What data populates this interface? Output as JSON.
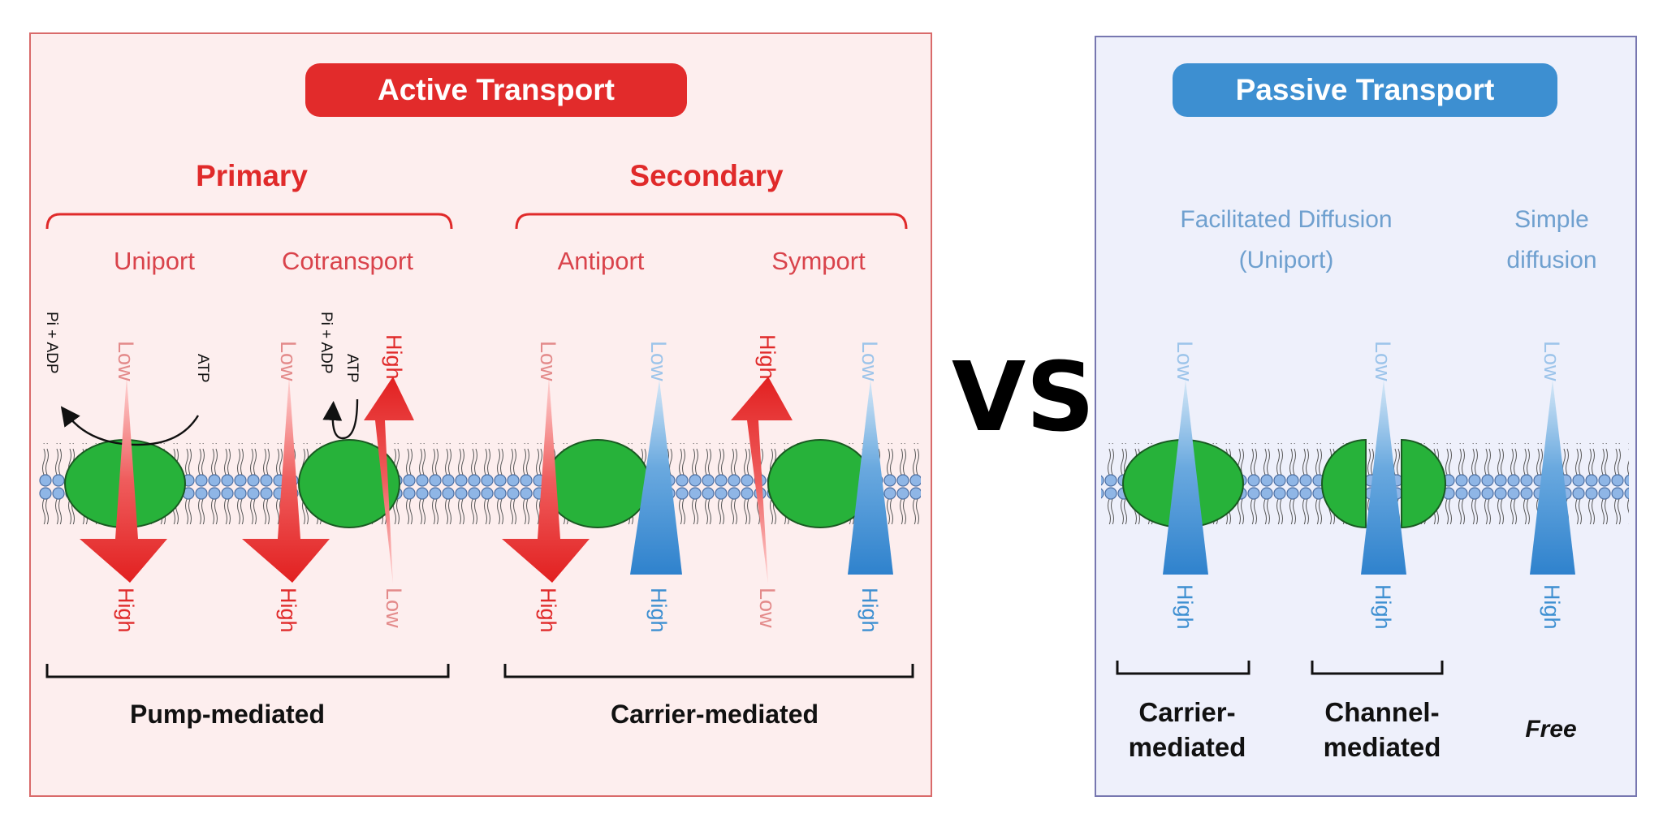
{
  "vs_label": "VS",
  "active": {
    "title": "Active Transport",
    "primary": "Primary",
    "secondary": "Secondary",
    "uniport": "Uniport",
    "cotransport": "Cotransport",
    "antiport": "Antiport",
    "symport": "Symport",
    "pump": "Pump-mediated",
    "carrier": "Carrier-mediated",
    "pi_adp": "Pi + ADP",
    "atp": "ATP"
  },
  "passive": {
    "title": "Passive Transport",
    "facilitated_line1": "Facilitated Diffusion",
    "facilitated_line2": "(Uniport)",
    "simple_line1": "Simple",
    "simple_line2": "diffusion",
    "carrier_line1": "Carrier-",
    "carrier_line2": "mediated",
    "channel_line1": "Channel-",
    "channel_line2": "mediated",
    "free": "Free"
  },
  "gradient_labels": {
    "low": "Low",
    "high": "High"
  },
  "colors": {
    "red": "#e22b2b",
    "blue": "#3d8fd1",
    "protein_green": "#27b23a",
    "lipid_blue": "#8fb6e6"
  }
}
